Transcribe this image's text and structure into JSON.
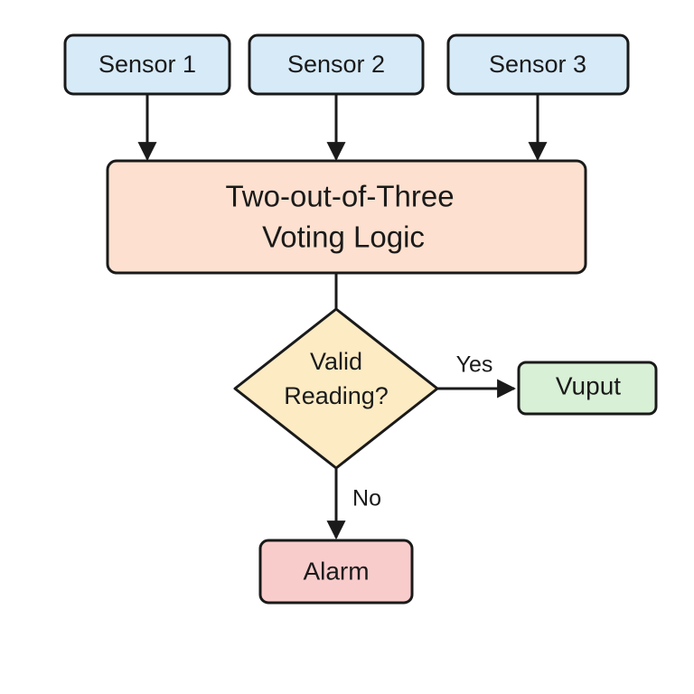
{
  "nodes": {
    "sensor1": {
      "label": "Sensor 1",
      "fill": "#d6eaf8"
    },
    "sensor2": {
      "label": "Sensor 2",
      "fill": "#d6eaf8"
    },
    "sensor3": {
      "label": "Sensor 3",
      "fill": "#d6eaf8"
    },
    "voting": {
      "line1": "Two-out-of-Three",
      "line2": "Voting Logic",
      "fill": "#fde0cf"
    },
    "decision": {
      "line1": "Valid",
      "line2": "Reading?",
      "fill": "#fdebc4"
    },
    "output": {
      "label": "Vuput",
      "fill": "#d8f0d6"
    },
    "alarm": {
      "label": "Alarm",
      "fill": "#f9cccc"
    }
  },
  "edges": {
    "yes_label": "Yes",
    "no_label": "No"
  },
  "colors": {
    "stroke": "#1a1a1a"
  }
}
